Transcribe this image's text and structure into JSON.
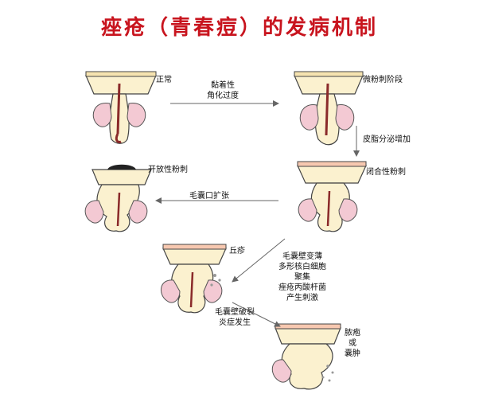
{
  "title": "痤疮（青春痘）的发病机制",
  "stages": {
    "normal": "正常",
    "micro": "微粉刺阶段",
    "open": "开放性粉刺",
    "closed": "闭合性粉刺",
    "papule": "丘疹",
    "pustule": [
      "脓疱",
      "或",
      "囊肿"
    ]
  },
  "transitions": {
    "keratinization": [
      "黏着性",
      "角化过度"
    ],
    "sebum": "皮脂分泌增加",
    "dilation": "毛囊口扩张",
    "wall_thinning": [
      "毛囊壁变薄",
      "多形核白细胞",
      "聚集",
      "痤疮丙酸杆菌",
      "产生刺激"
    ],
    "rupture": [
      "毛囊壁破裂",
      "炎症发生"
    ]
  },
  "colors": {
    "title": "#c8141e",
    "skin": "#fbf1cf",
    "gland": "#f3c9d3",
    "follicle_core": "#8a2a2a",
    "arrow": "#666666"
  }
}
